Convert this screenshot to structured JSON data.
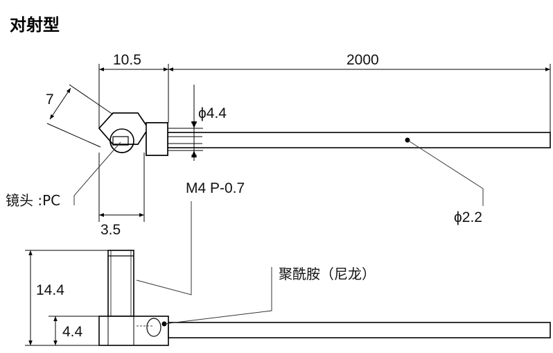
{
  "title": "对射型",
  "dimensions": {
    "head_length": "10.5",
    "fiber_length": "2000",
    "hex_width": "7",
    "sleeve_diameter": "ϕ4.4",
    "lens_width": "3.5",
    "fiber_diameter": "ϕ2.2",
    "total_height": "14.4",
    "sleeve_height": "4.4"
  },
  "labels": {
    "lens": "镜头 :PC",
    "thread": "M4 P-0.7",
    "sheath": "聚酰胺（尼龙）"
  },
  "colors": {
    "line": "#000000",
    "leader": "#333333"
  }
}
